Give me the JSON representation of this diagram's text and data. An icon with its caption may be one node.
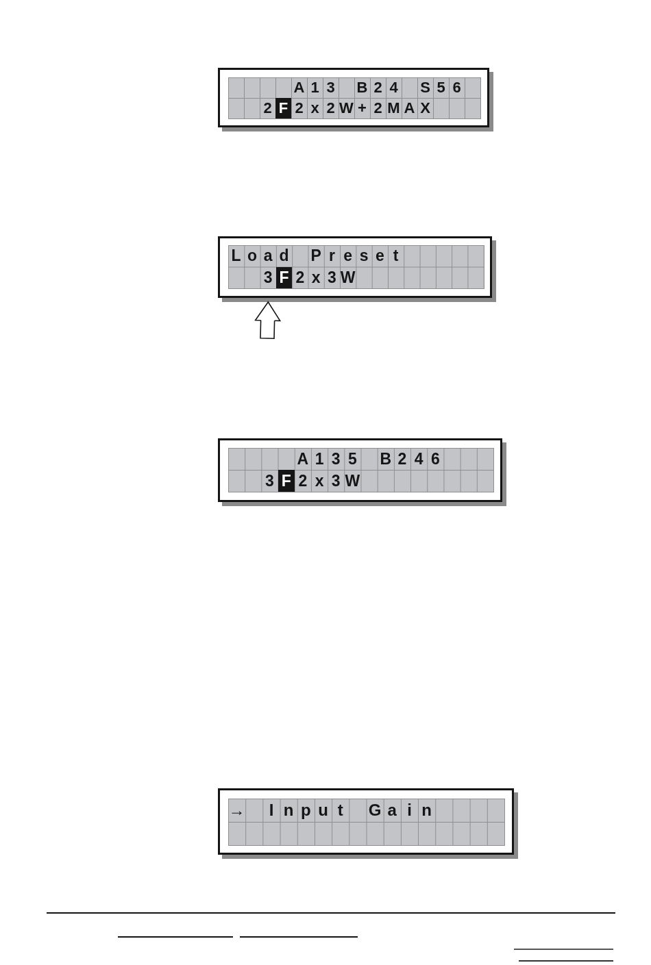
{
  "diagram": {
    "nodes": [
      {
        "text": [
          "A 1 3  B 2 4  S 5 6",
          "2 F 2 x 2 W + 2 M A X"
        ]
      },
      {
        "text": [
          "L o a d  P r e s e t",
          "3 F 2 x 3 W"
        ]
      },
      {
        "text": [
          "A 1 3 5  B 2 4 6",
          "3 F 2 x 3 W"
        ]
      },
      {
        "text": [
          "→  I n p u t  G a i n"
        ]
      }
    ],
    "edges": [
      {
        "from": null,
        "to": 1,
        "arrow": "to"
      }
    ]
  }
}
